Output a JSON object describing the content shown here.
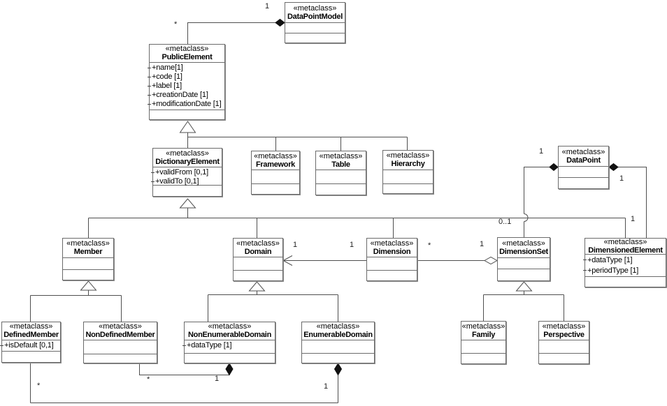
{
  "diagram_type": "uml-class-diagram",
  "classes": {
    "DataPointModel": {
      "stereotype": "«metaclass»",
      "name": "DataPointModel",
      "attributes": []
    },
    "PublicElement": {
      "stereotype": "«metaclass»",
      "name": "PublicElement",
      "attributes": [
        "+name[1]",
        "+code [1]",
        "+label [1]",
        "+creationDate [1]",
        "+modificationDate [1]"
      ]
    },
    "DictionaryElement": {
      "stereotype": "«metaclass»",
      "name": "DictionaryElement",
      "attributes": [
        "+validFrom [0,1]",
        "+validTo [0,1]"
      ]
    },
    "Framework": {
      "stereotype": "«metaclass»",
      "name": "Framework",
      "attributes": []
    },
    "Table": {
      "stereotype": "«metaclass»",
      "name": "Table",
      "attributes": []
    },
    "Hierarchy": {
      "stereotype": "«metaclass»",
      "name": "Hierarchy",
      "attributes": []
    },
    "DataPoint": {
      "stereotype": "«metaclass»",
      "name": "DataPoint",
      "attributes": []
    },
    "Member": {
      "stereotype": "«metaclass»",
      "name": "Member",
      "attributes": []
    },
    "Domain": {
      "stereotype": "«metaclass»",
      "name": "Domain",
      "attributes": []
    },
    "Dimension": {
      "stereotype": "«metaclass»",
      "name": "Dimension",
      "attributes": []
    },
    "DimensionSet": {
      "stereotype": "«metaclass»",
      "name": "DimensionSet",
      "attributes": []
    },
    "DimensionedElement": {
      "stereotype": "«metaclass»",
      "name": "DimensionedElement",
      "attributes": [
        "+dataType [1]",
        "+periodType [1]"
      ]
    },
    "DefinedMember": {
      "stereotype": "«metaclass»",
      "name": "DefinedMember",
      "attributes": [
        "+isDefault [0,1]"
      ]
    },
    "NonDefinedMember": {
      "stereotype": "«metaclass»",
      "name": "NonDefinedMember",
      "attributes": []
    },
    "NonEnumerableDomain": {
      "stereotype": "«metaclass»",
      "name": "NonEnumerableDomain",
      "attributes": [
        "+dataType [1]"
      ]
    },
    "EnumerableDomain": {
      "stereotype": "«metaclass»",
      "name": "EnumerableDomain",
      "attributes": []
    },
    "Family": {
      "stereotype": "«metaclass»",
      "name": "Family",
      "attributes": []
    },
    "Perspective": {
      "stereotype": "«metaclass»",
      "name": "Perspective",
      "attributes": []
    }
  },
  "multiplicities": {
    "dpm_one": "1",
    "pe_many": "*",
    "domain_one": "1",
    "dim_left_one": "1",
    "dim_right_many": "*",
    "dimset_one": "1",
    "dp_left_one": "1",
    "dimset_zero_one": "0..1",
    "dp_right_one": "1",
    "dimel_one": "1",
    "ndm_many": "*",
    "ned_one": "1",
    "ed_one": "1",
    "dm_many": "*"
  }
}
